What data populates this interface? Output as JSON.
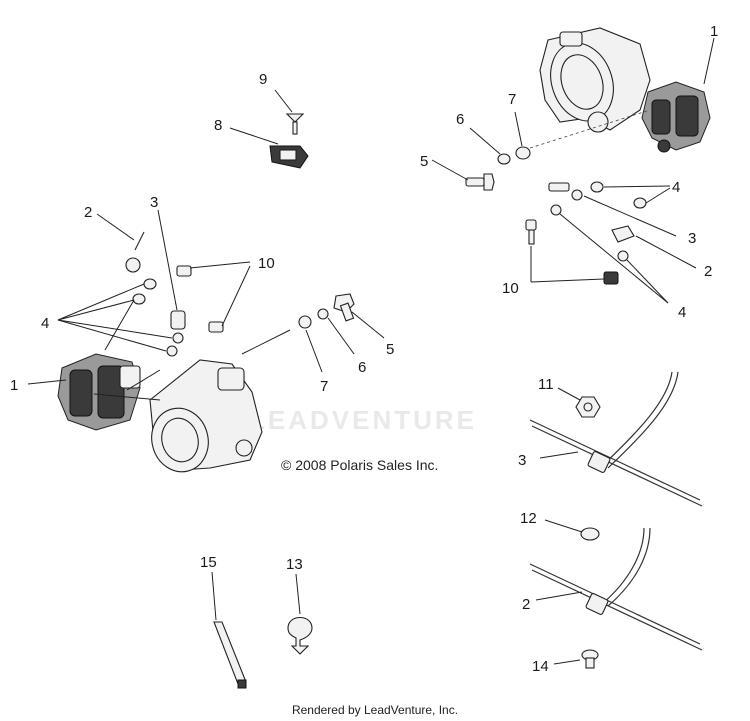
{
  "watermark": "LEADVENTURE",
  "copyright": "© 2008 Polaris Sales Inc.",
  "footer": "Rendered by LeadVenture, Inc.",
  "callouts": {
    "tr_caliper": "1",
    "tr_washer7": "7",
    "tr_washer6": "6",
    "tr_bolt5": "5",
    "tr_washer4_top": "4",
    "tr_fitting3": "3",
    "tr_hose2": "2",
    "tr_bolt10": "10",
    "tr_washer4_bot": "4",
    "top_screw9": "9",
    "top_pad8": "8",
    "l_hose2": "2",
    "l_fitting3": "3",
    "l_bolt10": "10",
    "l_washer4": "4",
    "l_caliper1": "1",
    "m_bolt5": "5",
    "m_washer6": "6",
    "m_washer7": "7",
    "r_nut11": "11",
    "r_cable3": "3",
    "r_washer12": "12",
    "r_cable2": "2",
    "r_screw14": "14",
    "b_tie15": "15",
    "b_clip13": "13"
  }
}
